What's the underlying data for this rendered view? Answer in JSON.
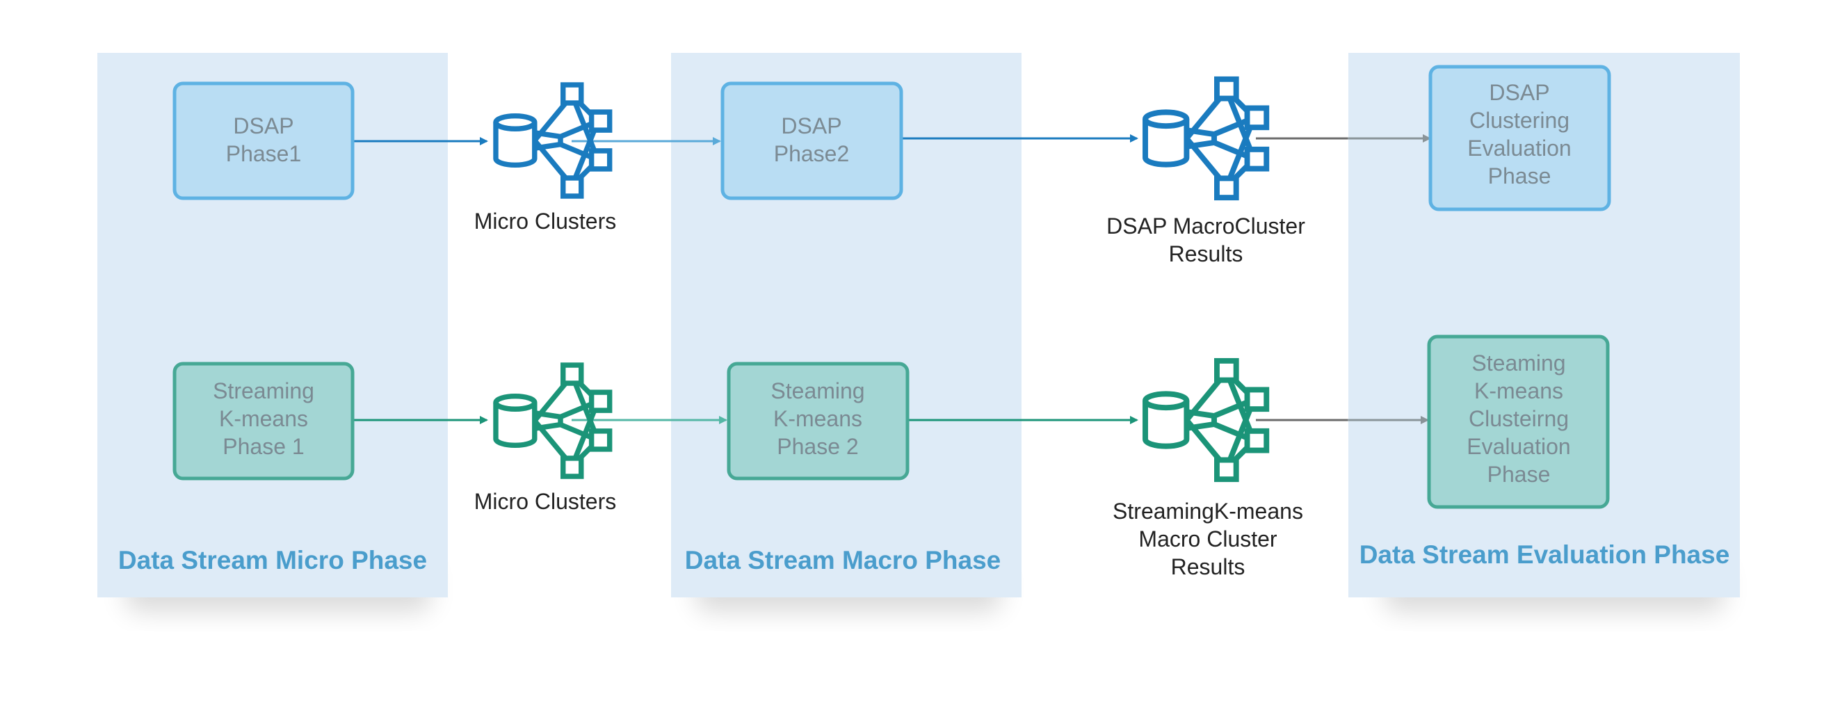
{
  "phases": [
    {
      "label": "Data Stream Micro Phase"
    },
    {
      "label": "Data Stream Macro Phase"
    },
    {
      "label": "Data Stream Evaluation Phase"
    }
  ],
  "boxes": {
    "dsap_phase1": [
      "DSAP",
      "Phase1"
    ],
    "dsap_phase2": [
      "DSAP",
      "Phase2"
    ],
    "dsap_eval": [
      "DSAP",
      "Clustering",
      "Evaluation",
      "Phase"
    ],
    "skm_phase1": [
      "Streaming",
      "K-means",
      "Phase 1"
    ],
    "skm_phase2": [
      "Steaming",
      "K-means",
      "Phase 2"
    ],
    "skm_eval": [
      "Steaming",
      "K-means",
      "Clusteirng",
      "Evaluation",
      "Phase"
    ]
  },
  "icons": {
    "micro_top": [
      "Micro Clusters"
    ],
    "micro_bottom": [
      "Micro Clusters"
    ],
    "macro_top": [
      "DSAP MacroCluster",
      "Results"
    ],
    "macro_bottom": [
      "StreamingK-means",
      "Macro Cluster",
      "Results"
    ]
  },
  "colors": {
    "phase_bg": "#deebf7",
    "phase_label": "#4a9dcc",
    "blue_stroke": "#1a7bbf",
    "blue_box_fill": "#b9ddf3",
    "blue_box_border": "#5eb2e3",
    "green_stroke": "#1b9478",
    "green_box_fill": "#a3d6d4",
    "green_box_border": "#46a895",
    "gray_arrow": "#6b6b6b"
  }
}
